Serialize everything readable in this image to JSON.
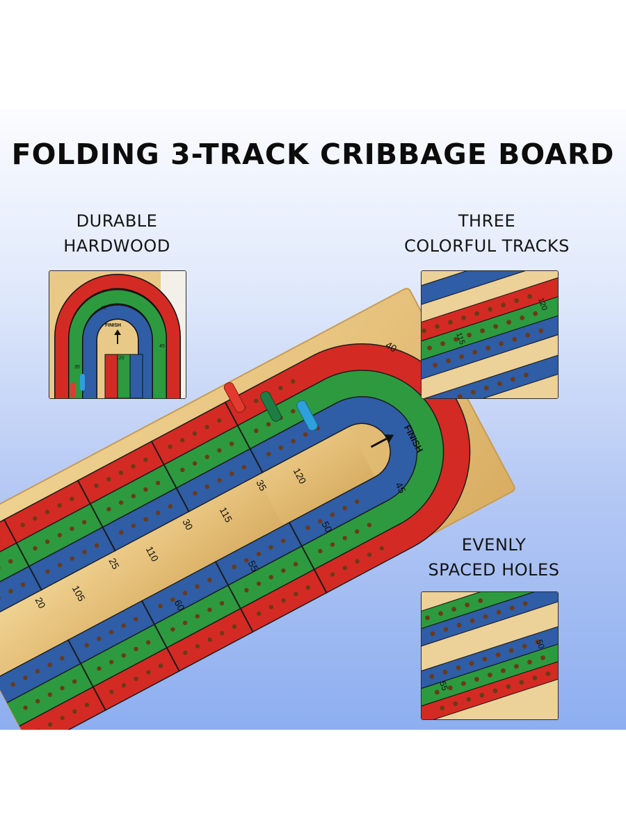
{
  "title": "FOLDING 3-TRACK CRIBBAGE BOARD",
  "features": [
    {
      "lines": [
        "DURABLE",
        "HARDWOOD"
      ],
      "icon": "hardwood-closeup"
    },
    {
      "lines": [
        "THREE",
        "COLORFUL TRACKS"
      ],
      "icon": "tracks-closeup"
    },
    {
      "lines": [
        "EVENLY",
        "SPACED HOLES"
      ],
      "icon": "holes-closeup"
    }
  ],
  "board": {
    "finish_label": "FINISH",
    "track_colors": {
      "red": "#d42a24",
      "green": "#2d9a3f",
      "blue": "#2f5da6"
    },
    "wood_color": "#e8c57f",
    "pegs": [
      "red",
      "green",
      "blue"
    ],
    "numbers": [
      "20",
      "25",
      "30",
      "35",
      "40",
      "45",
      "50",
      "55",
      "60",
      "105",
      "110",
      "115",
      "120"
    ]
  },
  "thumb1_labels": [
    "40",
    "FINISH",
    "45",
    "35",
    "120"
  ],
  "thumb2_labels": [
    "120",
    "115"
  ],
  "thumb3_labels": [
    "50",
    "55"
  ]
}
